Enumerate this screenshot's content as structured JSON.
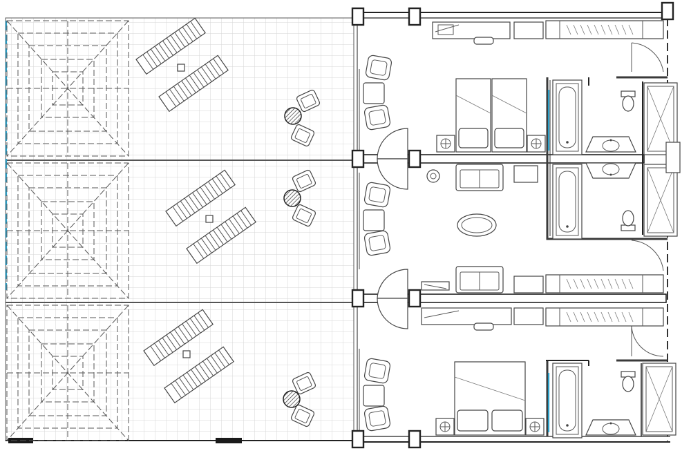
{
  "plan": {
    "colors": {
      "background": "#ffffff",
      "wall": "#3a3a3a",
      "line": "#555555",
      "tile": "#d9d9d9",
      "glass": "#2b9fc7",
      "dark": "#1a1a1a"
    },
    "terraces": [
      {
        "name": "terrace-1",
        "pergola": true,
        "loungers": 2,
        "chairs": 2,
        "table": true
      },
      {
        "name": "terrace-2",
        "pergola": true,
        "loungers": 2,
        "chairs": 2,
        "table": true
      },
      {
        "name": "terrace-3",
        "pergola": true,
        "loungers": 2,
        "chairs": 2,
        "table": true
      }
    ],
    "rooms": [
      {
        "name": "room-1",
        "beds": "twin",
        "bathtub": true,
        "shower": true,
        "wc": true,
        "wardrobe": true
      },
      {
        "name": "room-2",
        "beds": "sofa",
        "bathtub": true,
        "shower": true,
        "wc": true,
        "wardrobe": true
      },
      {
        "name": "room-3",
        "beds": "double",
        "bathtub": true,
        "shower": true,
        "wc": true,
        "wardrobe": true
      }
    ]
  }
}
